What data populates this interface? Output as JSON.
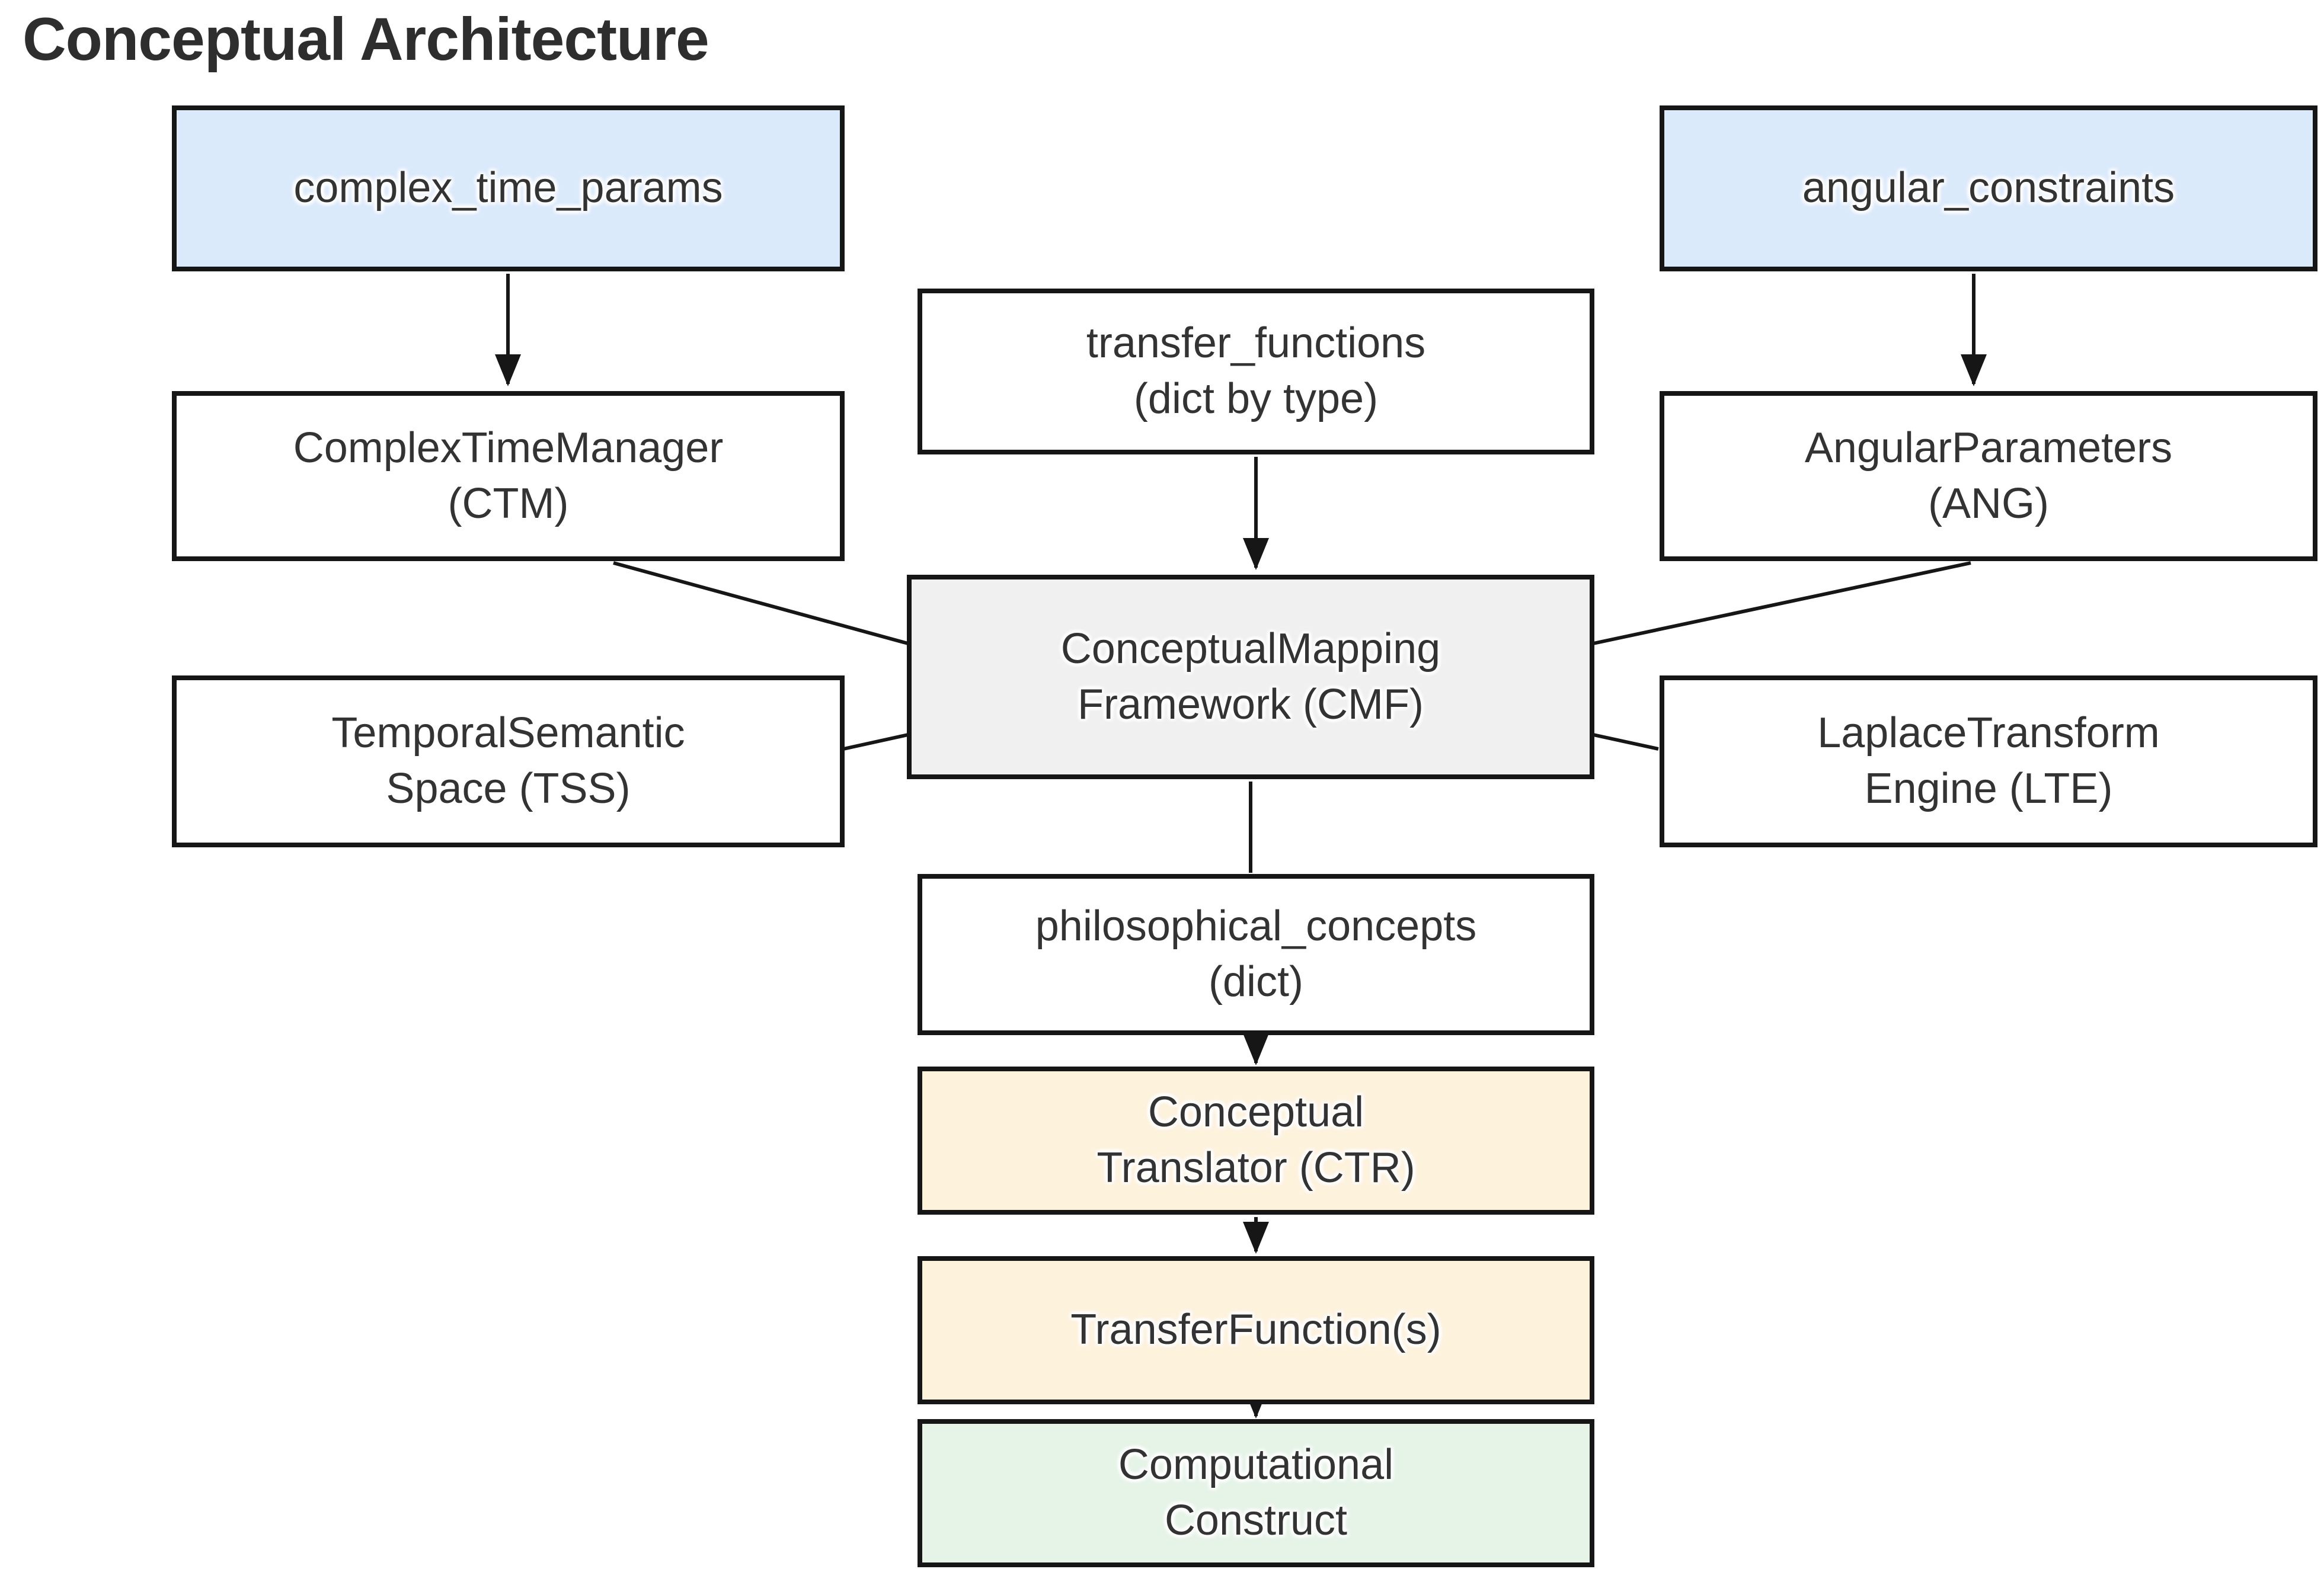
{
  "title": "Conceptual Architecture",
  "colors": {
    "background": "#ffffff",
    "border": "#161616",
    "text": "#333333",
    "param_box_fill": "#dbeafb",
    "plain_box_fill": "#ffffff",
    "hub_box_fill": "#f0f0f0",
    "translator_box_fill": "#fdf2dc",
    "output_box_fill": "#e6f4e8"
  },
  "nodes": {
    "complex_time_params": {
      "line1": "complex_time_params"
    },
    "angular_constraints": {
      "line1": "angular_constraints"
    },
    "transfer_functions": {
      "line1": "transfer_functions",
      "line2": "(dict by type)"
    },
    "ctm": {
      "line1": "ComplexTimeManager",
      "line2": "(CTM)"
    },
    "ang": {
      "line1": "AngularParameters",
      "line2": "(ANG)"
    },
    "cmf": {
      "line1": "ConceptualMapping",
      "line2": "Framework (CMF)"
    },
    "tss": {
      "line1": "TemporalSemantic",
      "line2": "Space (TSS)"
    },
    "lte": {
      "line1": "LaplaceTransform",
      "line2": "Engine (LTE)"
    },
    "philosophical_concepts": {
      "line1": "philosophical_concepts",
      "line2": "(dict)"
    },
    "ctr": {
      "line1": "Conceptual",
      "line2": "Translator (CTR)"
    },
    "transfer_function_s": {
      "line1": "TransferFunction(s)"
    },
    "computational_construct": {
      "line1": "Computational",
      "line2": "Construct"
    }
  },
  "edges": [
    {
      "from": "complex_time_params",
      "to": "ctm",
      "arrow": true
    },
    {
      "from": "angular_constraints",
      "to": "ang",
      "arrow": true
    },
    {
      "from": "transfer_functions",
      "to": "cmf",
      "arrow": true
    },
    {
      "from": "ctm",
      "to": "cmf",
      "arrow": false
    },
    {
      "from": "ang",
      "to": "cmf",
      "arrow": false
    },
    {
      "from": "tss",
      "to": "cmf",
      "arrow": false
    },
    {
      "from": "lte",
      "to": "cmf",
      "arrow": false
    },
    {
      "from": "cmf",
      "to": "philosophical_concepts",
      "arrow": false
    },
    {
      "from": "philosophical_concepts",
      "to": "ctr",
      "arrow": true
    },
    {
      "from": "ctr",
      "to": "transfer_function_s",
      "arrow": true
    },
    {
      "from": "transfer_function_s",
      "to": "computational_construct",
      "arrow": true
    }
  ]
}
